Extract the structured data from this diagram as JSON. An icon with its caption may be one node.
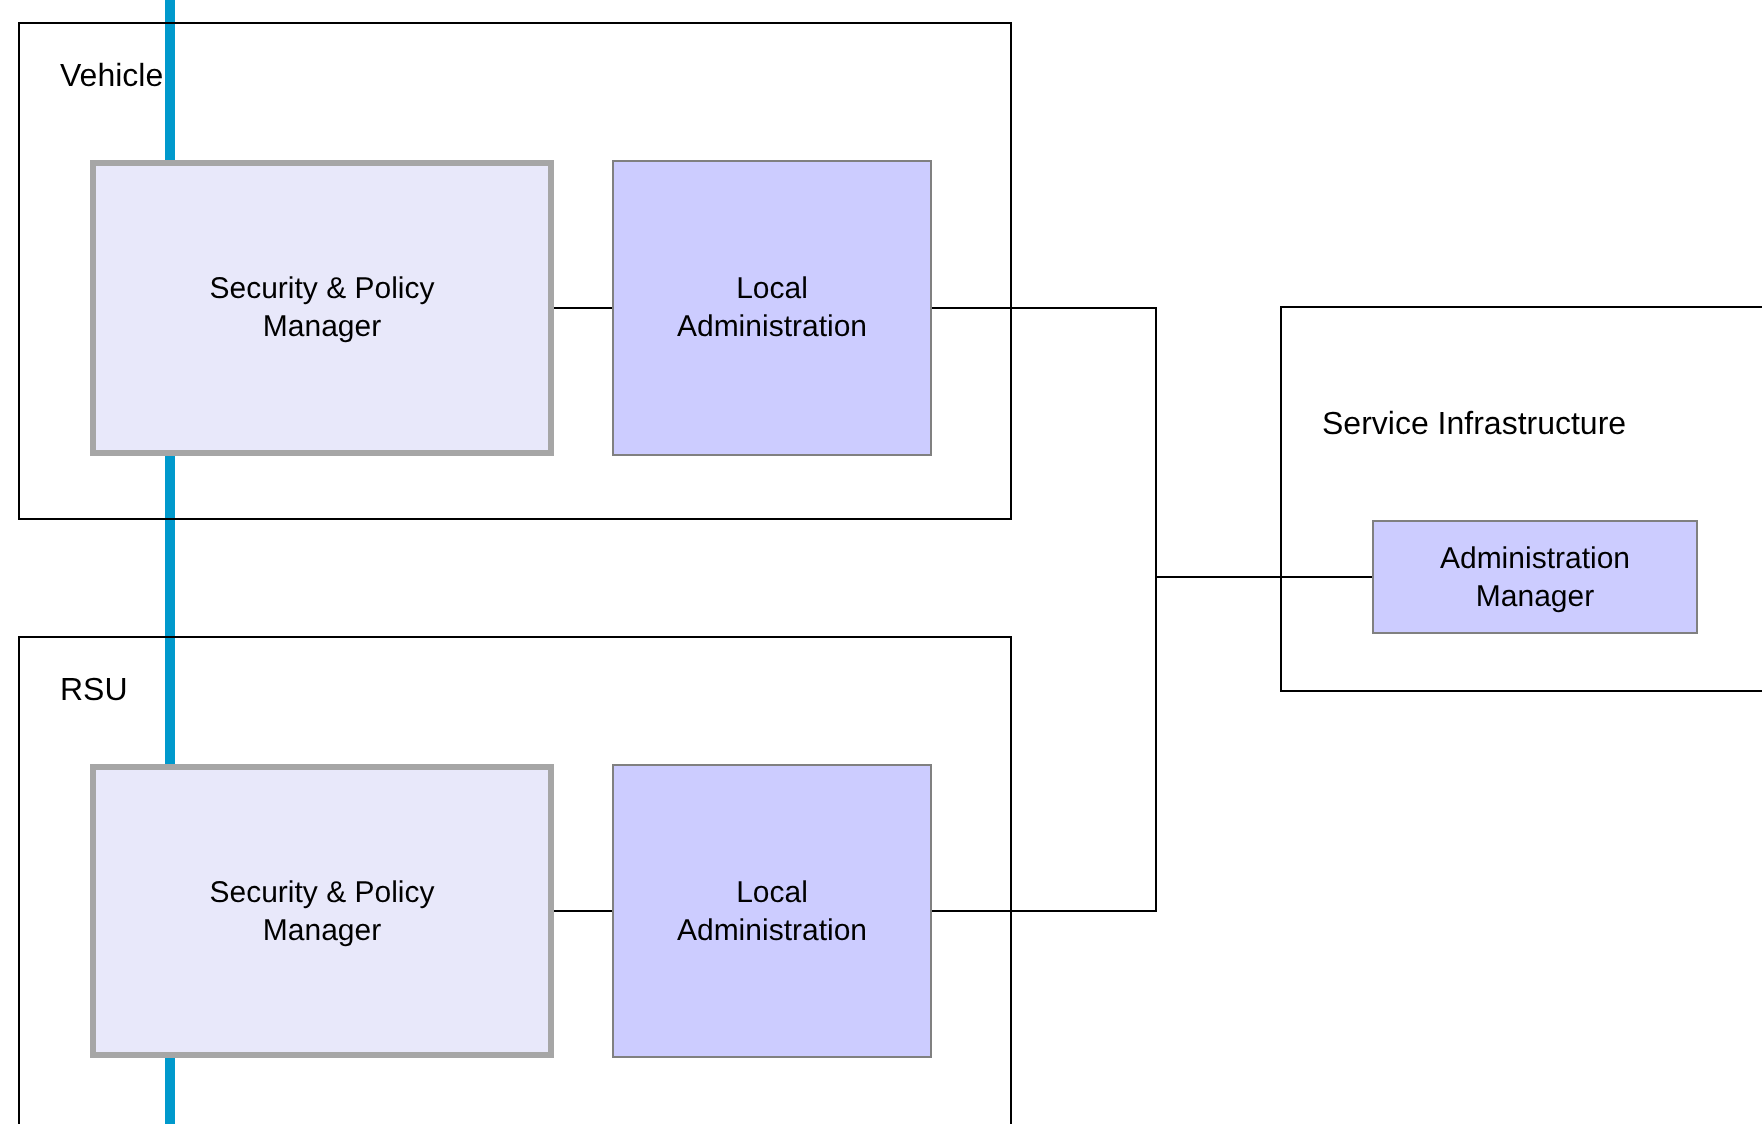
{
  "diagram": {
    "nodes": [
      {
        "text": [
          "Vehicle"
        ]
      },
      {
        "text": [
          "Security & Policy Manager"
        ],
        "in": 0
      },
      {
        "text": [
          "Local Administration"
        ],
        "in": 0
      },
      {
        "text": [
          "Service Infrastructure"
        ]
      },
      {
        "text": [
          "Administration Manager"
        ],
        "in": 3
      },
      {
        "text": [
          "RSU"
        ]
      },
      {
        "text": [
          "Security & Policy Manager"
        ],
        "in": 5
      },
      {
        "text": [
          "Local Administration"
        ],
        "in": 5
      }
    ],
    "edges": [
      {
        "from": 1,
        "to": 2,
        "arrow": "none"
      },
      {
        "from": 2,
        "to": 4,
        "arrow": "none"
      },
      {
        "from": 6,
        "to": 7,
        "arrow": "none"
      },
      {
        "from": 7,
        "to": 4,
        "arrow": "none"
      }
    ]
  }
}
